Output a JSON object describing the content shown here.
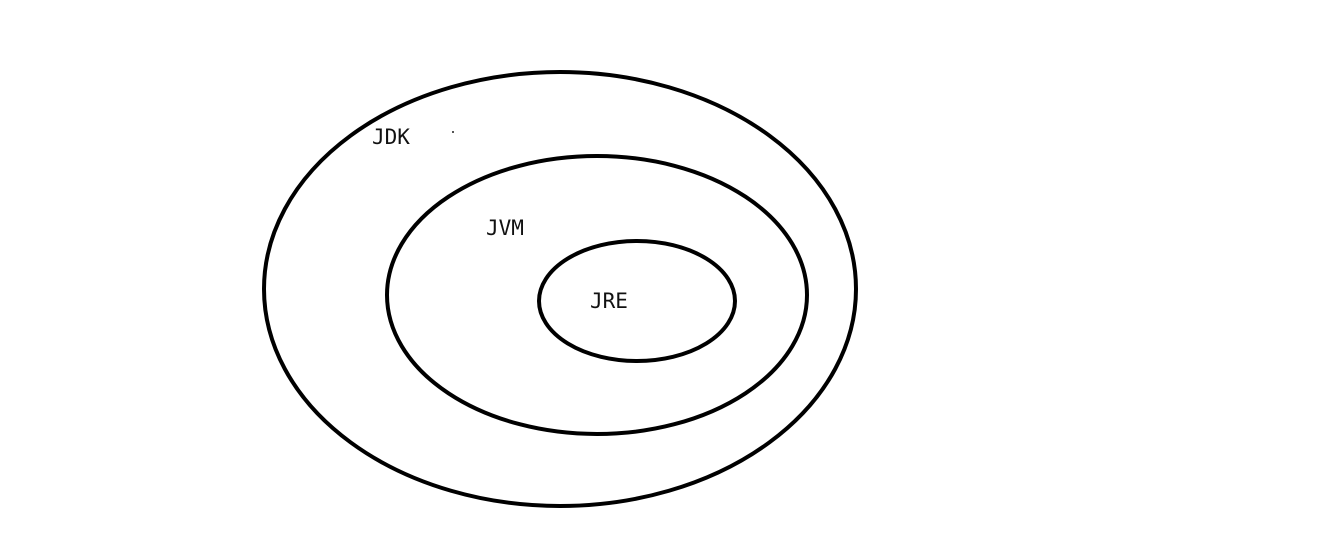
{
  "diagram": {
    "type": "nested-ellipses",
    "background_color": "#ffffff",
    "stroke_color": "#000000",
    "text_color": "#111111",
    "rings": [
      {
        "id": "jdk",
        "label": "JDK"
      },
      {
        "id": "jvm",
        "label": "JVM"
      },
      {
        "id": "jre",
        "label": "JRE"
      }
    ]
  }
}
